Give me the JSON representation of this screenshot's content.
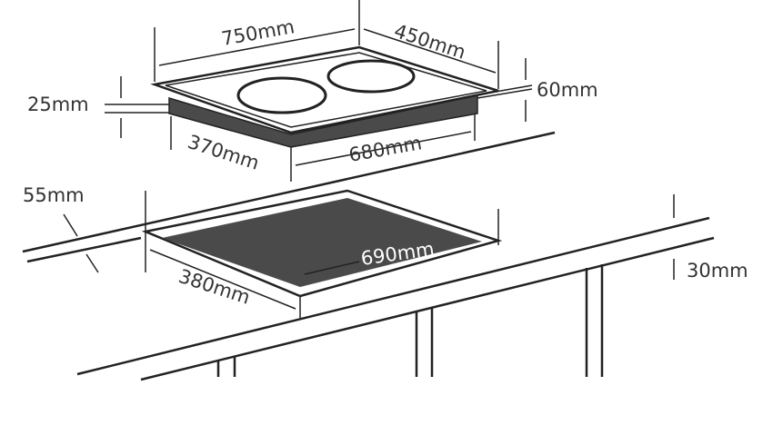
{
  "diagram": {
    "title": "Built-in hob cutout dimensions",
    "hob": {
      "width": "750mm",
      "depth": "450mm",
      "height_total": "60mm",
      "height_below": "25mm",
      "under_depth": "370mm",
      "under_width": "680mm"
    },
    "cutout": {
      "edge_distance": "55mm",
      "width": "690mm",
      "depth": "380mm",
      "worktop_thickness": "30mm"
    },
    "colors": {
      "line": "#222222",
      "dark_fill": "#4a4a4a",
      "text": "#333333"
    }
  }
}
